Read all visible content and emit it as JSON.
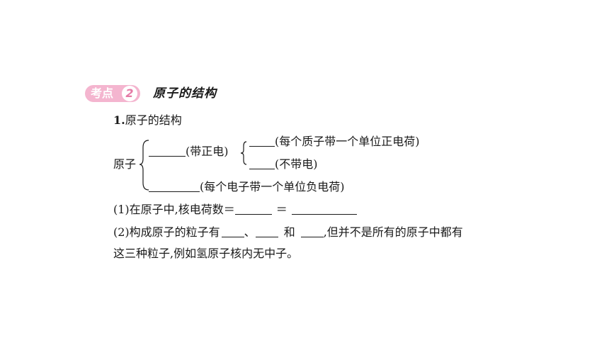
{
  "header": {
    "badge_label": "考点",
    "badge_number": "2",
    "title": "原子的结构"
  },
  "item1": {
    "number": "1.",
    "title": "原子的结构"
  },
  "diagram": {
    "root": "原子",
    "nucleus_label": "(带正电)",
    "proton_label": "(每个质子带一个单位正电荷)",
    "neutron_label": "(不带电)",
    "electron_label": "(每个电子带一个单位负电荷)"
  },
  "q1": {
    "text": "(1)在原子中,核电荷数＝",
    "eq2": "＝"
  },
  "q2": {
    "prefix": "(2)构成原子的粒子有",
    "sep1": "、",
    "sep2": "和",
    "suffix": ",但并不是所有的原子中都有",
    "line2": "这三种粒子,例如氢原子核内无中子。"
  }
}
